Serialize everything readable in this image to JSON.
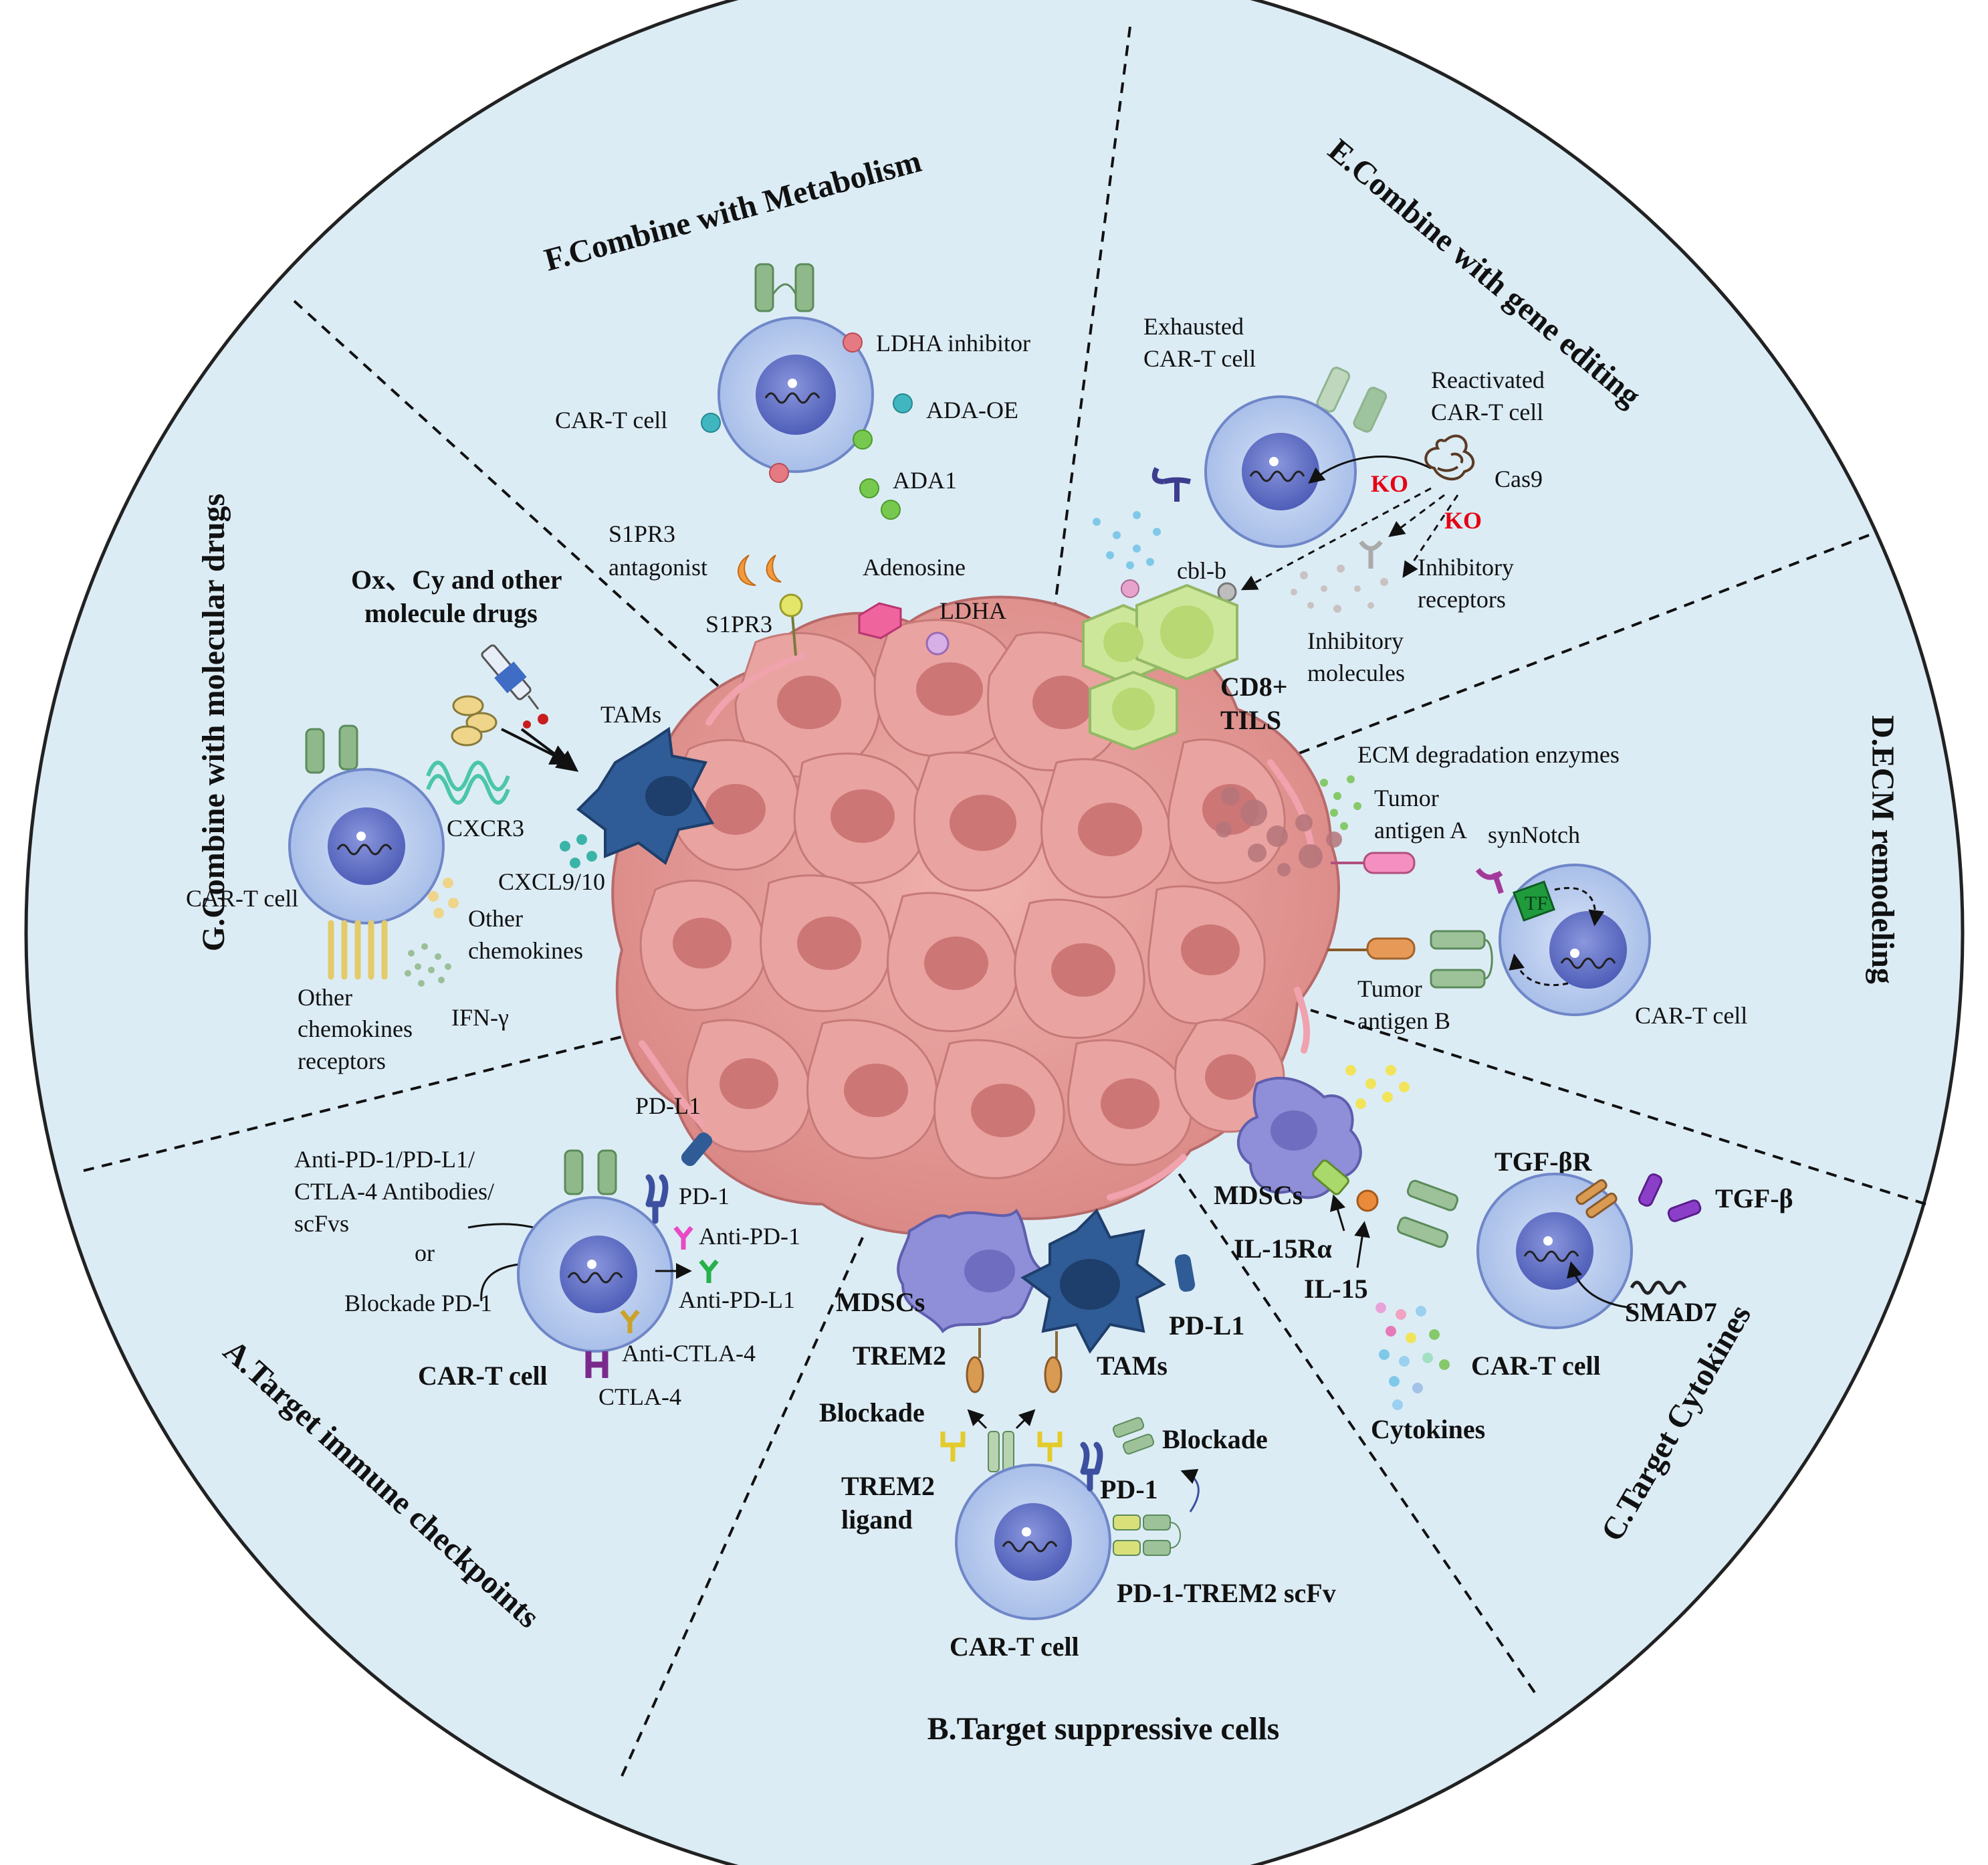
{
  "colors": {
    "background": "#dcecf5",
    "tumor": "#e79a98",
    "tumor_nucleus": "#c56868",
    "cart_cell": "#b7ccee",
    "cart_nucleus": "#6574c9",
    "receptor": "#8fb98a",
    "tam": "#2f5c96",
    "mdsc": "#8f8ed8",
    "tils": "#cde79a",
    "ko": "#e60012"
  },
  "sections": {
    "A": {
      "title": "A.Target immune checkpoints"
    },
    "B": {
      "title": "B.Target suppressive cells"
    },
    "C": {
      "title": "C.Target Cytokines"
    },
    "D": {
      "title": "D.ECM remodeling"
    },
    "E": {
      "title": "E.Combine with gene editing"
    },
    "F": {
      "title": "F.Combine with Metabolism"
    },
    "G": {
      "title": "G.Combine with molecular drugs"
    }
  },
  "labels": {
    "f_ldha_inhibitor": "LDHA  inhibitor",
    "f_cart_cell": "CAR-T cell",
    "f_ada_oe": "ADA-OE",
    "f_ada1": "ADA1",
    "s1pr3_antagonist_1": "S1PR3",
    "s1pr3_antagonist_2": "antagonist",
    "s1pr3": "S1PR3",
    "adenosine": "Adenosine",
    "ldha": "LDHA",
    "e_exhausted_1": "Exhausted",
    "e_exhausted_2": "CAR-T cell",
    "e_reactivated_1": "Reactivated",
    "e_reactivated_2": "CAR-T cell",
    "e_cas9": "Cas9",
    "e_ko_1": "KO",
    "e_ko_2": "KO",
    "e_cblb": "cbl-b",
    "e_inhib_receptors_1": "Inhibitory",
    "e_inhib_receptors_2": "receptors",
    "e_inhib_molecules_1": "Inhibitory",
    "e_inhib_molecules_2": "molecules",
    "e_cd8_1": "CD8+",
    "e_cd8_2": "TILS",
    "g_drugs_1": "Ox、Cy and other",
    "g_drugs_2": "molecule drugs",
    "g_tams": "TAMs",
    "g_cxcr3": "CXCR3",
    "g_cxcl": "CXCL9/10",
    "g_cart_cell": "CAR-T cell",
    "g_other_chemokines_1": "Other",
    "g_other_chemokines_2": "chemokines",
    "g_other_receptors_1": "Other",
    "g_other_receptors_2": "chemokines",
    "g_other_receptors_3": "receptors",
    "g_ifng": "IFN-γ",
    "d_ecm_enzymes": "ECM degradation enzymes",
    "d_tumor_antigen_a_1": "Tumor",
    "d_tumor_antigen_a_2": "antigen A",
    "d_synnotch": "synNotch",
    "d_tf": "TF",
    "d_tumor_antigen_b_1": "Tumor",
    "d_tumor_antigen_b_2": "antigen B",
    "d_cart_cell": "CAR-T cell",
    "a_pdl1": "PD-L1",
    "a_antibodies_1": "Anti-PD-1/PD-L1/",
    "a_antibodies_2": "CTLA-4 Antibodies/",
    "a_antibodies_3": "scFvs",
    "a_or": "or",
    "a_blockade_pd1": "Blockade PD-1",
    "a_pd1": "PD-1",
    "a_anti_pd1": "Anti-PD-1",
    "a_anti_pdl1": "Anti-PD-L1",
    "a_anti_ctla4": "Anti-CTLA-4",
    "a_cart_cell": "CAR-T cell",
    "a_ctla4": "CTLA-4",
    "b_mdscs": "MDSCs",
    "b_trem2": "TREM2",
    "b_tams": "TAMs",
    "b_pdl1": "PD-L1",
    "b_blockade_left": "Blockade",
    "b_blockade_right": "Blockade",
    "b_trem2_ligand_1": "TREM2",
    "b_trem2_ligand_2": "ligand",
    "b_pd1": "PD-1",
    "b_scfv": "PD-1-TREM2 scFv",
    "b_cart_cell": "CAR-T cell",
    "c_mdscs": "MDSCs",
    "c_il15ra": "IL-15Rα",
    "c_il15": "IL-15",
    "c_tgfbr": "TGF-βR",
    "c_tgfb": "TGF-β",
    "c_smad7": "SMAD7",
    "c_cart_cell": "CAR-T cell",
    "c_cytokines": "Cytokines"
  }
}
